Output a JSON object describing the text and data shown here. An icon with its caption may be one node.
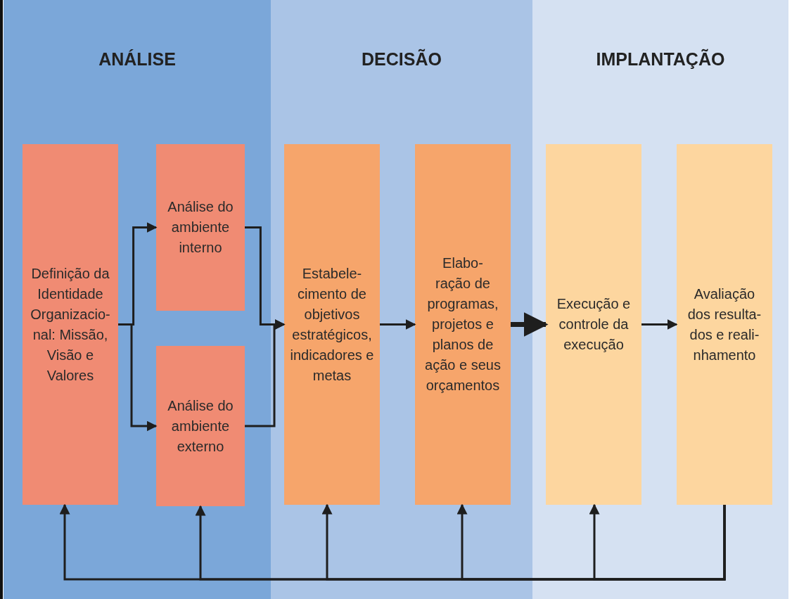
{
  "diagram": {
    "nodes": [
      {
        "text": [
          "ANÁLISE"
        ]
      },
      {
        "text": [
          "DECISÃO"
        ]
      },
      {
        "text": [
          "IMPLANTAÇÃO"
        ]
      },
      {
        "text": [
          "Definição da Identidade Organizacio- nal: Missão, Visão e Valores"
        ],
        "in": 0
      },
      {
        "text": [
          "Análise do ambiente interno"
        ],
        "in": 0
      },
      {
        "text": [
          "Análise do ambiente externo"
        ],
        "in": 0
      },
      {
        "text": [
          "Estabele- cimento de objetivos estratégicos, indicadores e metas"
        ],
        "in": 1
      },
      {
        "text": [
          "Elabo- ração de programas, projetos e planos de ação e seus orçamentos"
        ],
        "in": 1
      },
      {
        "text": [
          "Execução e controle da execução"
        ],
        "in": 2
      },
      {
        "text": [
          "Avaliação dos resulta- dos e reali- nhamento"
        ],
        "in": 2
      }
    ],
    "edges": [
      {
        "from": 3,
        "to": 4,
        "arrow": "to"
      },
      {
        "from": 3,
        "to": 5,
        "arrow": "to"
      },
      {
        "from": 4,
        "to": 6,
        "arrow": "to"
      },
      {
        "from": 5,
        "to": 6,
        "arrow": "to"
      },
      {
        "from": 6,
        "to": 7,
        "arrow": "to"
      },
      {
        "from": 7,
        "to": 8,
        "arrow": "to",
        "style": "thick"
      },
      {
        "from": 8,
        "to": 9,
        "arrow": "to"
      },
      {
        "from": 9,
        "to": 3,
        "arrow": "to"
      },
      {
        "from": 9,
        "to": 5,
        "arrow": "to"
      },
      {
        "from": 9,
        "to": 6,
        "arrow": "to"
      },
      {
        "from": 9,
        "to": 7,
        "arrow": "to"
      },
      {
        "from": 9,
        "to": 8,
        "arrow": "to"
      }
    ]
  }
}
